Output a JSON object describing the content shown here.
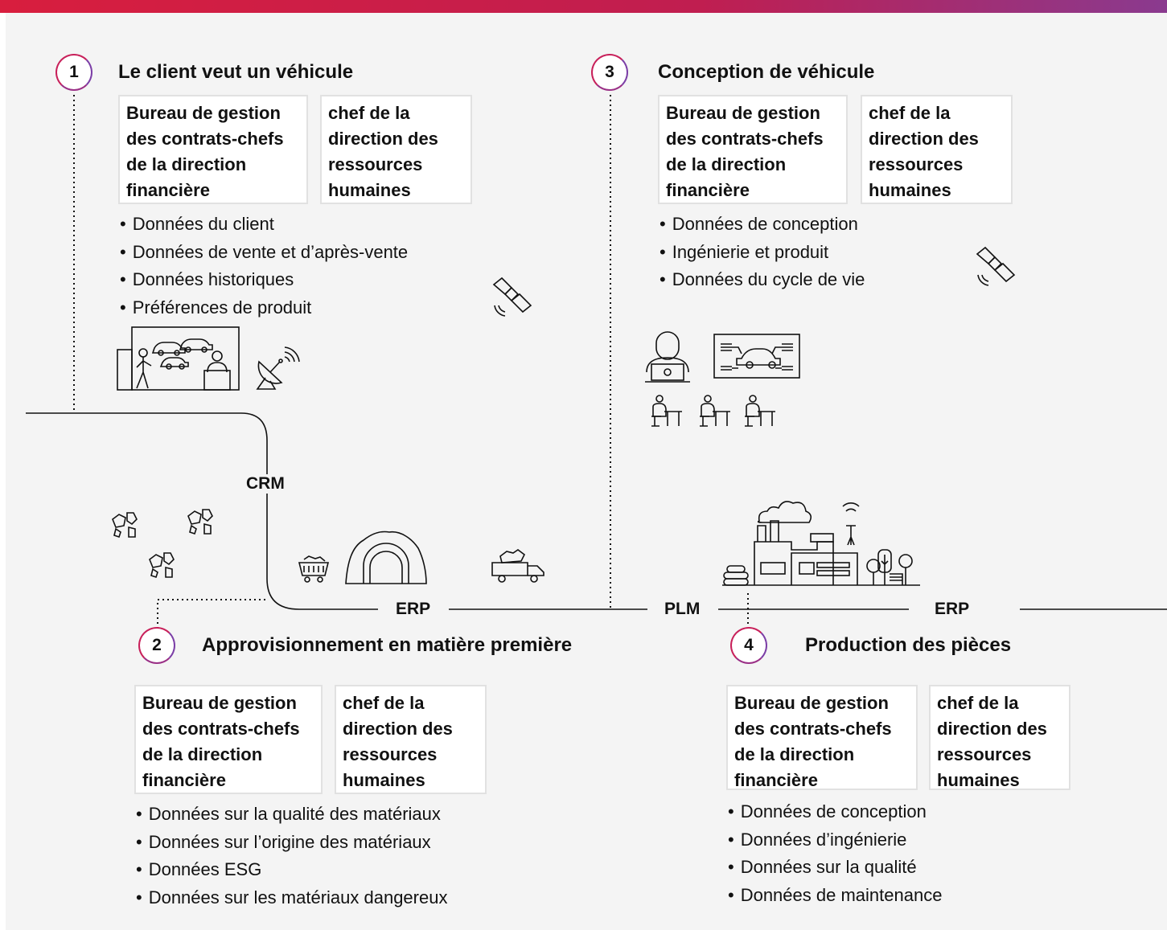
{
  "steps": [
    {
      "number": "1",
      "title": "Le client veut un véhicule",
      "box_left": "Bureau de gestion des contrats-chefs de la direction financière",
      "box_right": "chef de la direction des ressources humaines",
      "bullets": [
        "Données du client",
        "Données de vente et d’après-vente",
        "Données historiques",
        "Préférences de produit"
      ]
    },
    {
      "number": "2",
      "title": "Approvisionnement en matière première",
      "box_left": "Bureau de gestion des contrats-chefs de la direction financière",
      "box_right": "chef de la direction des ressources humaines",
      "bullets": [
        "Données sur la qualité des matériaux",
        "Données sur l’origine des matériaux",
        "Données ESG",
        "Données sur les matériaux dangereux"
      ]
    },
    {
      "number": "3",
      "title": "Conception de véhicule",
      "box_left": "Bureau de gestion des contrats-chefs de la direction financière",
      "box_right": "chef de la direction des ressources humaines",
      "bullets": [
        "Données de conception",
        "Ingénierie et produit",
        "Données du cycle de vie"
      ]
    },
    {
      "number": "4",
      "title": "Production des pièces",
      "box_left": "Bureau de gestion des contrats-chefs de la direction financière",
      "box_right": "chef de la direction des ressources humaines",
      "bullets": [
        "Données de conception",
        "Données d’ingénierie",
        "Données sur la qualité",
        "Données de maintenance"
      ]
    }
  ],
  "systems": {
    "crm": "CRM",
    "erp_left": "ERP",
    "plm": "PLM",
    "erp_right": "ERP"
  },
  "icons": [
    "satellite-icon",
    "car-showroom-icon",
    "satellite-dish-icon",
    "ore-rocks-icon",
    "mine-cart-icon",
    "mine-tunnel-icon",
    "ore-truck-icon",
    "designer-laptop-icon",
    "car-blueprint-icon",
    "engineer-desk-icon",
    "factory-icon"
  ],
  "colors": {
    "accent_red": "#d81e3e",
    "accent_purple": "#7b3ea6",
    "line": "#111111",
    "background": "#f4f4f4"
  }
}
